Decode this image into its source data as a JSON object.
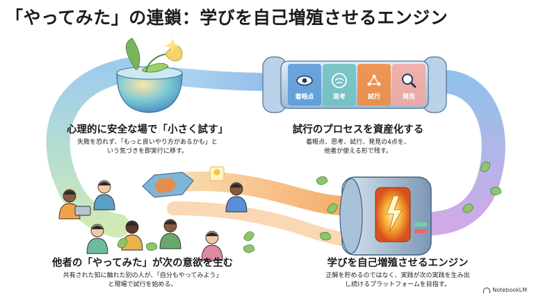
{
  "title": "「やってみた」の連鎖：学びを自己増殖させるエンジン",
  "top_left": {
    "heading": "心理的に安全な場で「小さく試す」",
    "body_line1": "失敗を恐れず、「もっと良いやり方があるかも」と",
    "body_line2": "いう気づきを即実行に移す。"
  },
  "top_right": {
    "heading": "試行のプロセスを資産化する",
    "body_line1": "着眼点、思考、試行、発見の4点を、",
    "body_line2": "他者が使える形で残す。",
    "segments": [
      {
        "label": "着眼点",
        "icon": "eye-icon"
      },
      {
        "label": "思考",
        "icon": "brain-icon"
      },
      {
        "label": "試行",
        "icon": "network-icon"
      },
      {
        "label": "発見",
        "icon": "magnifier-icon"
      }
    ]
  },
  "bottom_left": {
    "heading": "他者の「やってみた」が次の意欲を生む",
    "body_line1": "共有された知に触れた別の人が、「自分もやってみよう」",
    "body_line2": "と現場で試行を始める。"
  },
  "bottom_right": {
    "heading": "学びを自己増殖させるエンジン",
    "body_line1": "正解を貯めるのではなく、実践が次の実践を生み出",
    "body_line2": "し続けるプラットフォームを目指す。"
  },
  "brand": "NotebookLM",
  "colors": {
    "segment_eye": "#5a9bd8",
    "segment_brain": "#6ec0c2",
    "segment_trial": "#f08a3c",
    "segment_discover": "#f3a7a0",
    "flow_blue": "#7fb6e6",
    "flow_orange": "#f6b36a",
    "flow_purple": "#b48ee0"
  }
}
